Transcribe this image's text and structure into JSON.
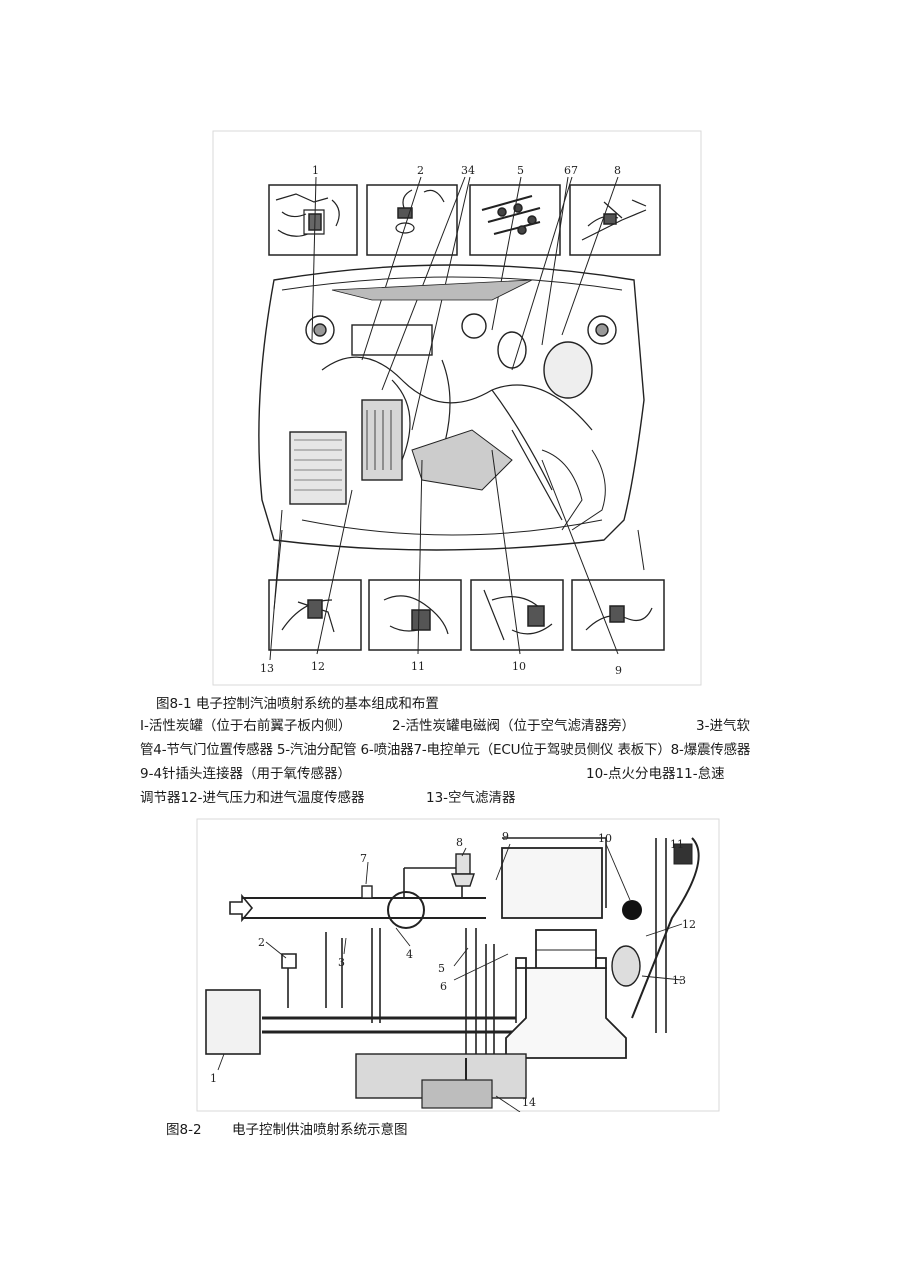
{
  "figure1": {
    "callouts_top": [
      "1",
      "2",
      "34",
      "5",
      "67",
      "8"
    ],
    "callouts_bottom": [
      "13",
      "12",
      "11",
      "10",
      "9"
    ],
    "caption": "图8-1 电子控制汽油喷射系统的基本组成和布置",
    "legend_lines": [
      [
        "I-活性炭罐（位于右前翼子板内侧）",
        "2-活性炭罐电磁阀（位于空气滤清器旁）",
        "3-进气软"
      ],
      [
        "管4-节气门位置传感器 5-汽油分配管 6-喷油器7-电控单元（ECU位于驾驶员侧仪 表板下）8-爆震传感器"
      ],
      [
        "9-4针插头连接器（用于氧传感器）",
        "10-点火分电器11-怠速"
      ],
      [
        "调节器12-进气压力和进气温度传感器",
        "13-空气滤清器"
      ]
    ]
  },
  "figure2": {
    "callouts": [
      "1",
      "2",
      "3",
      "4",
      "5",
      "6",
      "7",
      "8",
      "9",
      "10",
      "11",
      "12",
      "13",
      "14"
    ],
    "caption_label": "图8-2",
    "caption_text": "电子控制供油喷射系统示意图"
  }
}
